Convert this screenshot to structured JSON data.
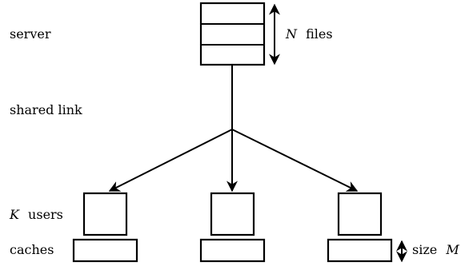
{
  "labels": {
    "server": "server",
    "shared_link": "shared link",
    "users_var": "K",
    "users_text": "users",
    "caches": "caches",
    "files_var": "N",
    "files_text": "files",
    "size_text": "size",
    "size_var": "M"
  },
  "server": {
    "file_slots": 3
  },
  "users": [
    {
      "id": "user-1"
    },
    {
      "id": "user-2"
    },
    {
      "id": "user-3"
    }
  ],
  "colors": {
    "stroke": "#000000",
    "background": "#ffffff"
  }
}
